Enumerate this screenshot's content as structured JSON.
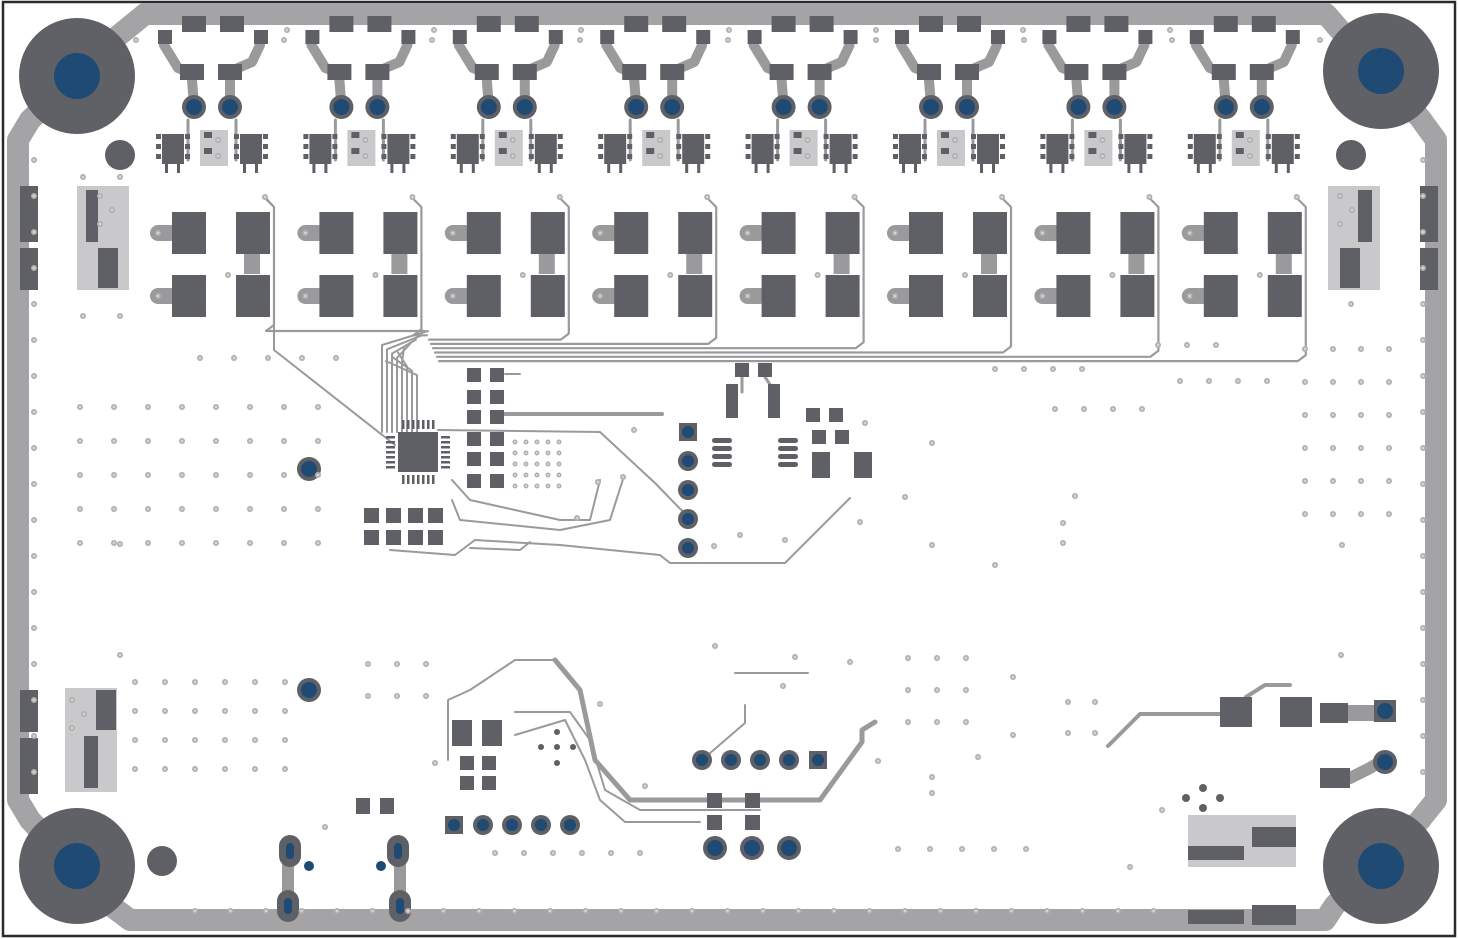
{
  "board": {
    "colors": {
      "background": "#ffffff",
      "outline": "#2b2b2b",
      "pour": "#a4a4a6",
      "pad": "#5e6066",
      "drill": "#1e4a73",
      "via_ring": "#b3aeae",
      "via_hole": "#d8d3d3",
      "trace": "#9a9a9c",
      "light_pad": "#c9c9cb"
    },
    "mounting_holes": [
      "top-left",
      "top-right",
      "bottom-left",
      "bottom-right"
    ],
    "channel_count": 8,
    "icons": {
      "mounting_hole": "plated-mounting-hole-icon",
      "via": "via-icon",
      "pad": "smd-pad-icon",
      "ic": "qfn-ic-icon",
      "connector": "pin-header-icon"
    }
  }
}
